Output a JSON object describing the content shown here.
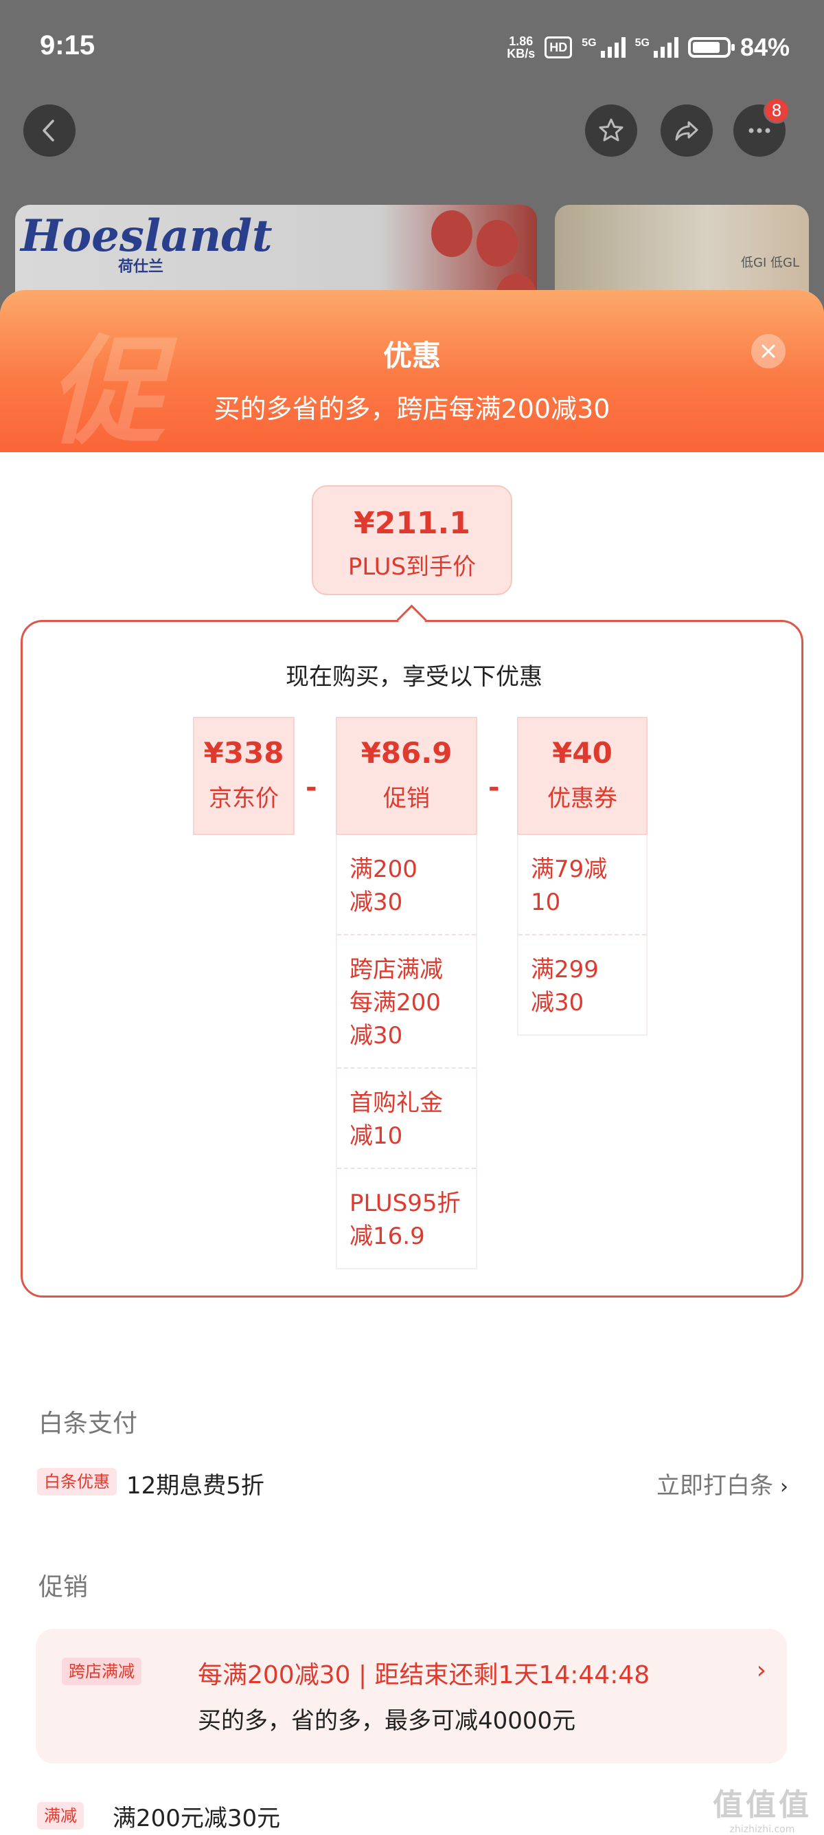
{
  "status_bar": {
    "time": "9:15",
    "net_speed_value": "1.86",
    "net_speed_unit": "KB/s",
    "hd_label": "HD",
    "signal1_label": "5G",
    "signal2_label": "5G",
    "battery_pct": "84%",
    "battery_level": 0.84
  },
  "nav": {
    "back_icon": "chevron-left-icon",
    "favorite_icon": "star-icon",
    "share_icon": "share-icon",
    "more_icon": "more-dots-icon",
    "more_badge": "8"
  },
  "background": {
    "banner_brand": "Hoeslandt",
    "banner_brand_cn": "荷仕兰",
    "banner_right_text": "低GI 低GL"
  },
  "sheet": {
    "watermark_char": "促",
    "title": "优惠",
    "subtitle": "买的多省的多，跨店每满200减30",
    "close_icon": "close-icon"
  },
  "final_price": {
    "amount": "¥211.1",
    "label": "PLUS到手价"
  },
  "breakdown": {
    "heading": "现在购买，享受以下优惠",
    "minus": "-",
    "columns": [
      {
        "amount": "¥338",
        "label": "京东价",
        "items": []
      },
      {
        "amount": "¥86.9",
        "label": "促销",
        "items": [
          "满200\n减30",
          "跨店满减\n每满200\n减30",
          "首购礼金\n减10",
          "PLUS95折\n减16.9"
        ]
      },
      {
        "amount": "¥40",
        "label": "优惠券",
        "items": [
          "满79减10",
          "满299\n减30"
        ]
      }
    ]
  },
  "baitiao": {
    "section_title": "白条支付",
    "tag": "白条优惠",
    "text": "12期息费5折",
    "link": "立即打白条",
    "chevron": "›"
  },
  "promotion": {
    "section_title": "促销",
    "card_tag": "跨店满减",
    "card_title": "每满200减30 | 距结束还剩1天14:44:48",
    "card_sub": "买的多，省的多，最多可减40000元",
    "card_chevron": "›",
    "row_tag": "满减",
    "row_text": "满200元减30元"
  },
  "watermark": {
    "logo": "值值值",
    "site": "zhizhizhi.com"
  },
  "colors": {
    "accent_red": "#e03a2f",
    "header_orange": "#fb7a44",
    "pink_bg": "#fde4e1"
  }
}
